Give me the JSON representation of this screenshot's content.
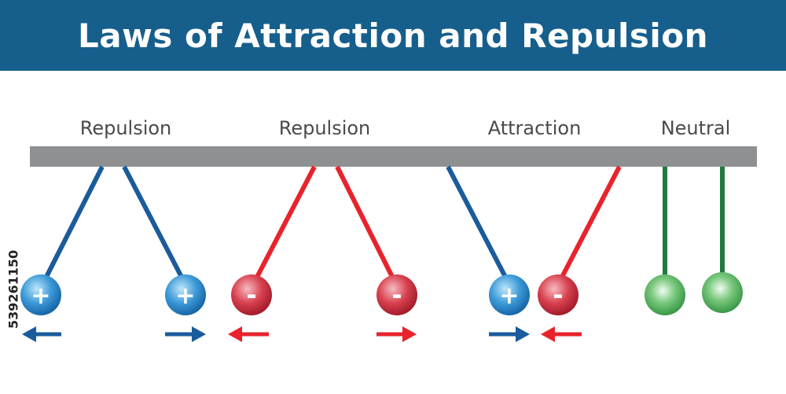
{
  "title": "Laws of Attraction and Repulsion",
  "groups": [
    {
      "label": "Repulsion",
      "charges": [
        "+",
        "+"
      ],
      "forces": [
        "left",
        "right"
      ]
    },
    {
      "label": "Repulsion",
      "charges": [
        "-",
        "-"
      ],
      "forces": [
        "left",
        "right"
      ]
    },
    {
      "label": "Attraction",
      "charges": [
        "+",
        "-"
      ],
      "forces": [
        "right",
        "left"
      ]
    },
    {
      "label": "Neutral",
      "charges": [
        "",
        ""
      ],
      "forces": []
    }
  ],
  "stock_id": "539261150",
  "colors": {
    "header": "#165f8c",
    "bar": "#8e9092",
    "positive": "#1a5b9c",
    "negative": "#e8232b",
    "neutral": "#1f7a3c"
  }
}
